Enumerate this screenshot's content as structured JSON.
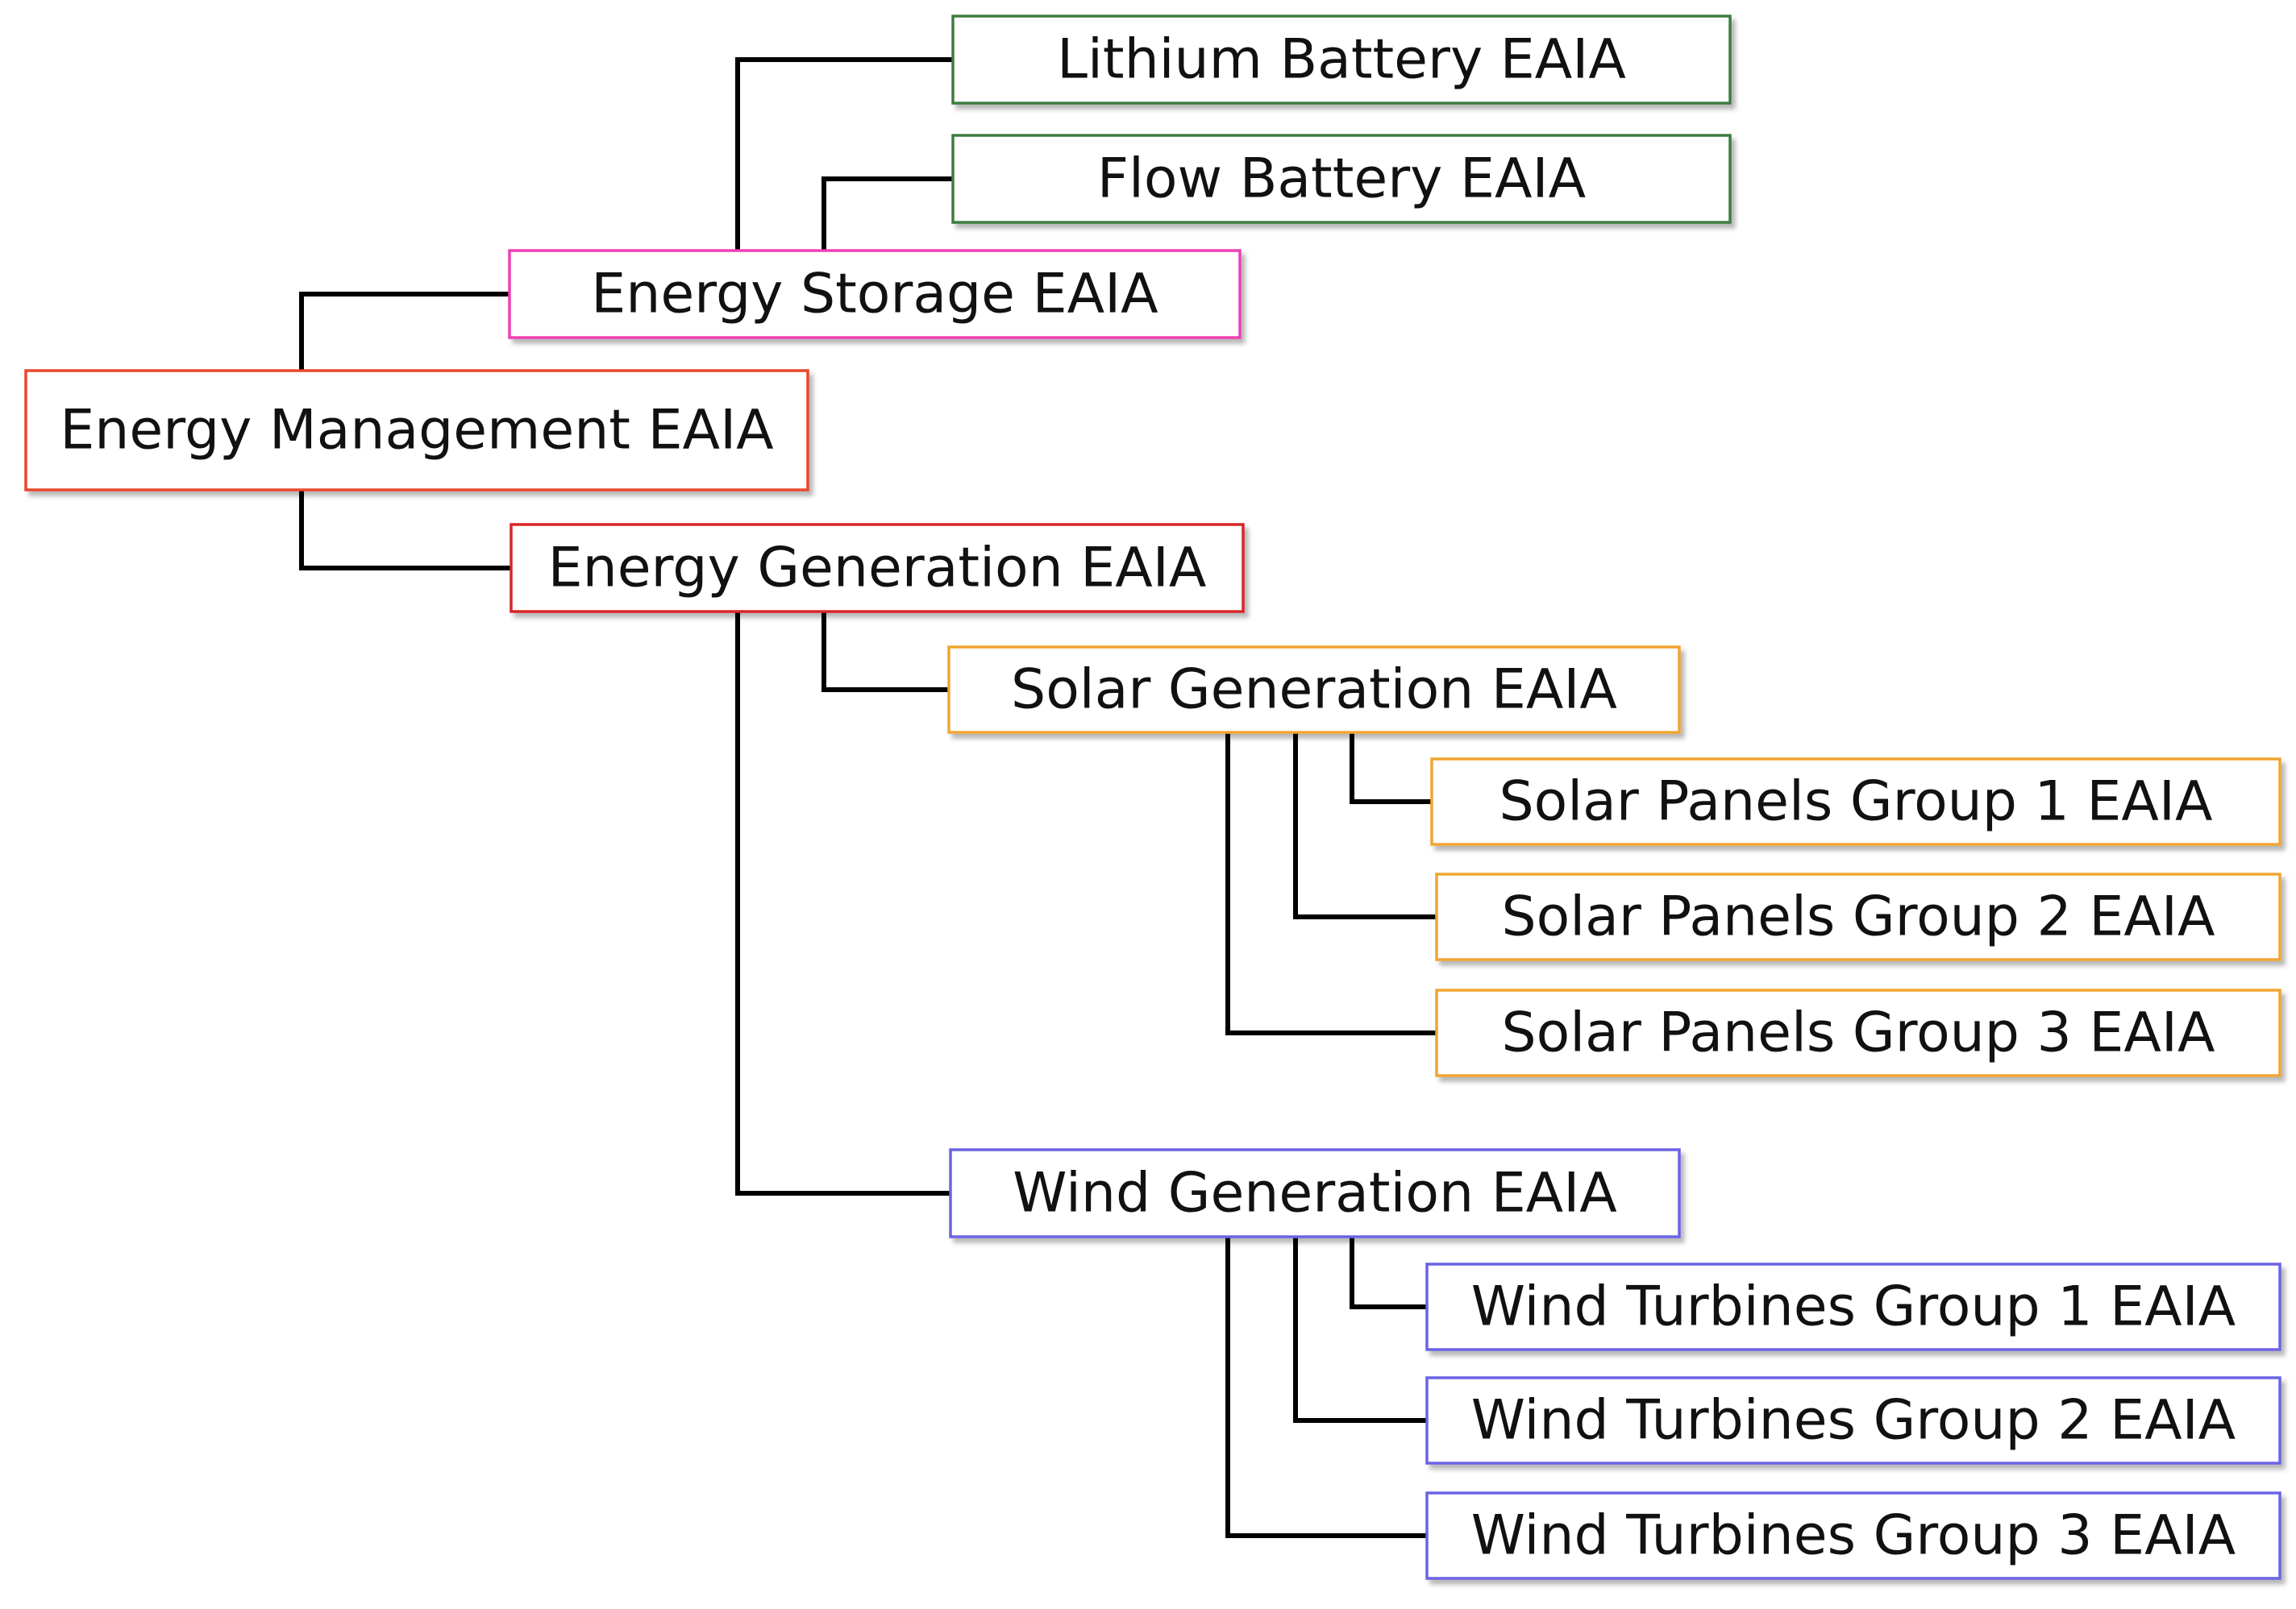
{
  "colors": {
    "management": "#e8462b",
    "storage": "#ee3fb4",
    "generation": "#d7262a",
    "battery": "#3e7d3f",
    "solar": "#f0a531",
    "wind": "#6a63e4",
    "connector": "#000000"
  },
  "nodes": {
    "management": {
      "label": "Energy Management EAIA",
      "color_key": "management"
    },
    "storage": {
      "label": "Energy Storage EAIA",
      "color_key": "storage"
    },
    "generation": {
      "label": "Energy Generation EAIA",
      "color_key": "generation"
    },
    "lithium": {
      "label": "Lithium Battery EAIA",
      "color_key": "battery"
    },
    "flow": {
      "label": "Flow Battery EAIA",
      "color_key": "battery"
    },
    "solar": {
      "label": "Solar Generation EAIA",
      "color_key": "solar"
    },
    "solar1": {
      "label": "Solar Panels Group 1 EAIA",
      "color_key": "solar"
    },
    "solar2": {
      "label": "Solar Panels Group 2 EAIA",
      "color_key": "solar"
    },
    "solar3": {
      "label": "Solar Panels Group 3 EAIA",
      "color_key": "solar"
    },
    "wind": {
      "label": "Wind Generation EAIA",
      "color_key": "wind"
    },
    "wind1": {
      "label": "Wind Turbines Group 1 EAIA",
      "color_key": "wind"
    },
    "wind2": {
      "label": "Wind Turbines Group 2 EAIA",
      "color_key": "wind"
    },
    "wind3": {
      "label": "Wind Turbines Group 3 EAIA",
      "color_key": "wind"
    }
  },
  "edges": [
    {
      "from": "management",
      "to": "storage"
    },
    {
      "from": "management",
      "to": "generation"
    },
    {
      "from": "storage",
      "to": "lithium"
    },
    {
      "from": "storage",
      "to": "flow"
    },
    {
      "from": "generation",
      "to": "solar"
    },
    {
      "from": "generation",
      "to": "wind"
    },
    {
      "from": "solar",
      "to": "solar1"
    },
    {
      "from": "solar",
      "to": "solar2"
    },
    {
      "from": "solar",
      "to": "solar3"
    },
    {
      "from": "wind",
      "to": "wind1"
    },
    {
      "from": "wind",
      "to": "wind2"
    },
    {
      "from": "wind",
      "to": "wind3"
    }
  ]
}
